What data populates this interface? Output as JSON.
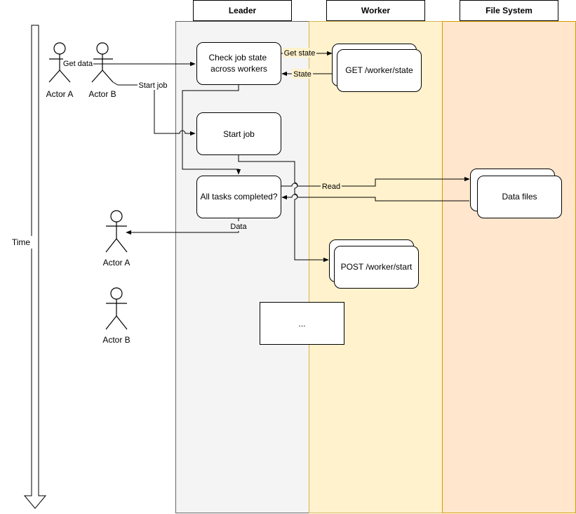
{
  "colors": {
    "leader_lane": "#f4f4f4",
    "worker_lane": "#fff2cc",
    "fs_lane": "#ffe6cc",
    "worker_border": "#d6b656",
    "fs_border": "#d79b00",
    "stroke": "#000000"
  },
  "lanes": {
    "leader": "Leader",
    "worker": "Worker",
    "file_system": "File System"
  },
  "timeline": {
    "label": "Time"
  },
  "actors": {
    "actor_a_top": "Actor A",
    "actor_b_top": "Actor B",
    "actor_a_bottom": "Actor A",
    "actor_b_bottom": "Actor B"
  },
  "boxes": {
    "check_job_state": [
      "Check job state",
      "across workers"
    ],
    "start_job": "Start job",
    "all_tasks_completed": "All tasks completed?",
    "get_worker_state": "GET /worker/state",
    "post_worker_start": "POST /worker/start",
    "data_files": "Data files",
    "ellipsis": "..."
  },
  "edges": {
    "get_data": "Get data",
    "start_job": "Start job",
    "get_state": "Get state",
    "state": "State",
    "read": "Read",
    "data": "Data"
  }
}
